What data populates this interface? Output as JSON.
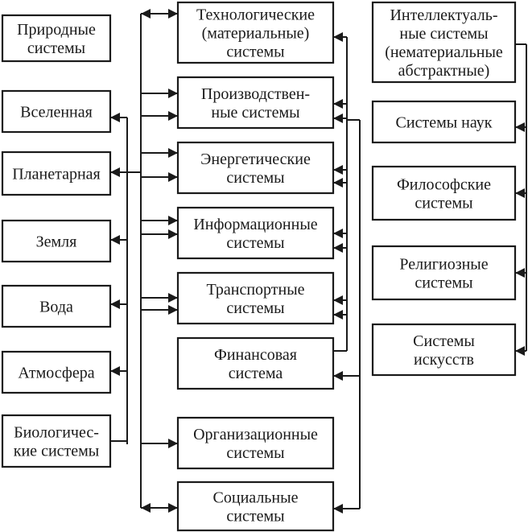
{
  "natural": {
    "title": [
      "Природные",
      "системы"
    ],
    "items": [
      [
        "Вселенная"
      ],
      [
        "Планетарная"
      ],
      [
        "Земля"
      ],
      [
        "Вода"
      ],
      [
        "Атмосфера"
      ],
      [
        "Биологичес-",
        "кие системы"
      ]
    ]
  },
  "technological": {
    "title": [
      "Технологические",
      "(материальные)",
      "системы"
    ],
    "items": [
      [
        "Производствен-",
        "ные системы"
      ],
      [
        "Энергетические",
        "системы"
      ],
      [
        "Информационные",
        "системы"
      ],
      [
        "Транспортные",
        "системы"
      ],
      [
        "Финансовая",
        "система"
      ],
      [
        "Организационные",
        "системы"
      ],
      [
        "Социальные",
        "системы"
      ]
    ]
  },
  "intellectual": {
    "title": [
      "Интеллектуаль-",
      "ные системы",
      "(нематериальные",
      "абстрактные)"
    ],
    "items": [
      [
        "Системы наук"
      ],
      [
        "Философские",
        "системы"
      ],
      [
        "Религиозные",
        "системы"
      ],
      [
        "Системы",
        "искусств"
      ]
    ]
  }
}
